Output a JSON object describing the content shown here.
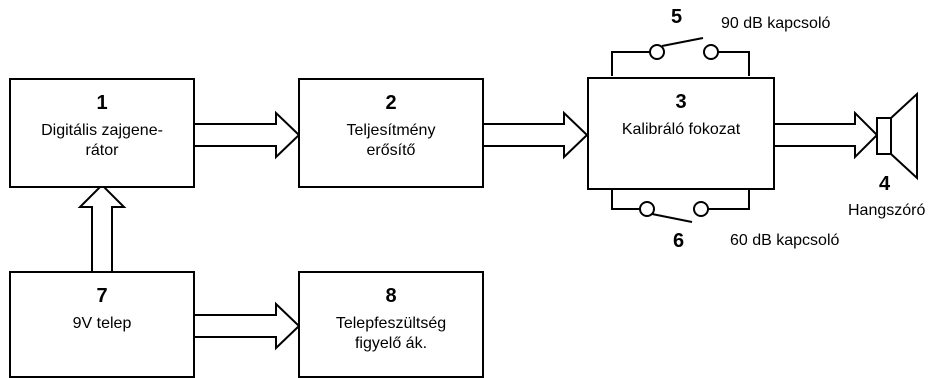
{
  "blocks": {
    "b1": {
      "number": "1",
      "line1": "Digitális zajgene-",
      "line2": "rátor"
    },
    "b2": {
      "number": "2",
      "line1": "Teljesítmény",
      "line2": "erősítő"
    },
    "b3": {
      "number": "3",
      "line1": "Kalibráló fokozat"
    },
    "b7": {
      "number": "7",
      "line1": "9V telep"
    },
    "b8": {
      "number": "8",
      "line1": "Telepfeszültség",
      "line2": "figyelő ák."
    }
  },
  "switches": {
    "s5": {
      "number": "5",
      "label": "90 dB kapcsoló"
    },
    "s6": {
      "number": "6",
      "label": "60 dB kapcsoló"
    }
  },
  "speaker": {
    "number": "4",
    "label": "Hangszóró"
  }
}
